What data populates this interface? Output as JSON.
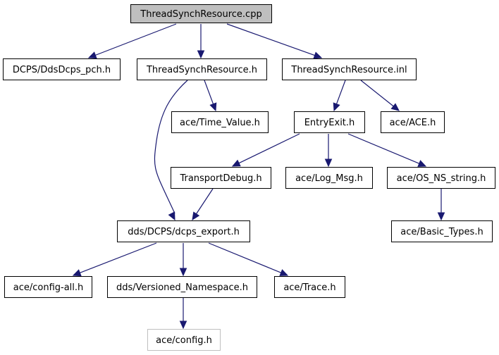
{
  "diagram": {
    "colors": {
      "edge": "#191970",
      "node_border": "#000000",
      "root_fill": "#bfbfbf",
      "node_fill": "#ffffff",
      "external_border": "#bfbfbf"
    },
    "nodes": [
      {
        "id": "root",
        "label": "ThreadSynchResource.cpp",
        "kind": "root"
      },
      {
        "id": "pch",
        "label": "DCPS/DdsDcps_pch.h",
        "kind": "normal"
      },
      {
        "id": "tsh",
        "label": "ThreadSynchResource.h",
        "kind": "normal"
      },
      {
        "id": "inl",
        "label": "ThreadSynchResource.inl",
        "kind": "normal"
      },
      {
        "id": "tv",
        "label": "ace/Time_Value.h",
        "kind": "normal"
      },
      {
        "id": "ee",
        "label": "EntryExit.h",
        "kind": "normal"
      },
      {
        "id": "ace",
        "label": "ace/ACE.h",
        "kind": "normal"
      },
      {
        "id": "td",
        "label": "TransportDebug.h",
        "kind": "normal"
      },
      {
        "id": "log",
        "label": "ace/Log_Msg.h",
        "kind": "normal"
      },
      {
        "id": "osns",
        "label": "ace/OS_NS_string.h",
        "kind": "normal"
      },
      {
        "id": "exp",
        "label": "dds/DCPS/dcps_export.h",
        "kind": "normal"
      },
      {
        "id": "bt",
        "label": "ace/Basic_Types.h",
        "kind": "normal"
      },
      {
        "id": "cfgall",
        "label": "ace/config-all.h",
        "kind": "normal"
      },
      {
        "id": "vns",
        "label": "dds/Versioned_Namespace.h",
        "kind": "normal"
      },
      {
        "id": "trace",
        "label": "ace/Trace.h",
        "kind": "normal"
      },
      {
        "id": "cfg",
        "label": "ace/config.h",
        "kind": "external"
      }
    ],
    "edges": [
      {
        "from": "root",
        "to": "pch"
      },
      {
        "from": "root",
        "to": "tsh"
      },
      {
        "from": "root",
        "to": "inl"
      },
      {
        "from": "tsh",
        "to": "tv"
      },
      {
        "from": "tsh",
        "to": "exp"
      },
      {
        "from": "inl",
        "to": "ee"
      },
      {
        "from": "inl",
        "to": "ace"
      },
      {
        "from": "ee",
        "to": "td"
      },
      {
        "from": "ee",
        "to": "log"
      },
      {
        "from": "ee",
        "to": "osns"
      },
      {
        "from": "td",
        "to": "exp"
      },
      {
        "from": "osns",
        "to": "bt"
      },
      {
        "from": "exp",
        "to": "cfgall"
      },
      {
        "from": "exp",
        "to": "vns"
      },
      {
        "from": "exp",
        "to": "trace"
      },
      {
        "from": "vns",
        "to": "cfg"
      }
    ]
  }
}
